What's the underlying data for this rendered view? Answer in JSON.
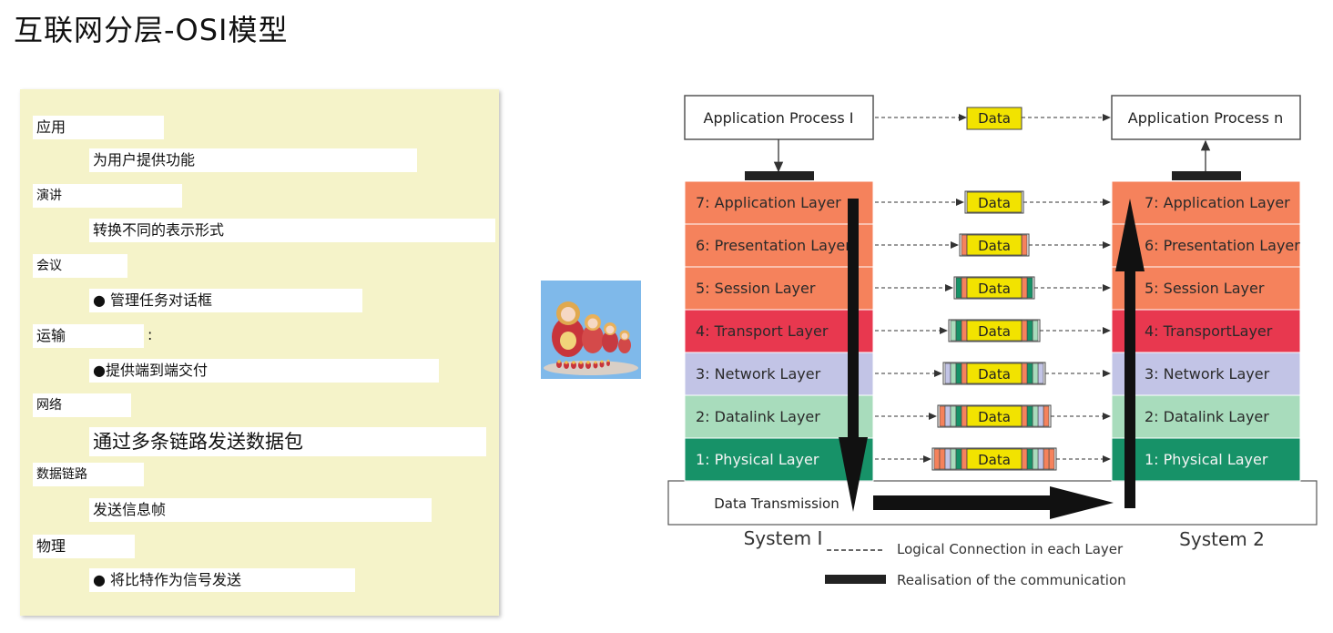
{
  "page_title": "互联网分层-OSI模型",
  "panel_rows": [
    {
      "layer": "应用",
      "desc": "为用户提供功能"
    },
    {
      "layer": "演讲",
      "desc": "转换不同的表示形式"
    },
    {
      "layer": "会议",
      "desc": "● 管理任务对话框"
    },
    {
      "layer": "运输",
      "desc": "●提供端到端交付"
    },
    {
      "layer": "网络",
      "desc": "通过多条链路发送数据包"
    },
    {
      "layer": "数据链路",
      "desc": "发送信息帧"
    },
    {
      "layer": "物理",
      "desc": "● 将比特作为信号发送"
    }
  ],
  "stray_colon": ":",
  "diagram": {
    "app_process_left": "Application Process I",
    "app_process_right": "Application Process n",
    "data_label": "Data",
    "layers_left": [
      "7: Application Layer",
      "6: Presentation Layer",
      "5: Session Layer",
      "4: Transport Layer",
      "3: Network Layer",
      "2: Datalink Layer",
      "1: Physical Layer"
    ],
    "layers_right": [
      "7: Application Layer",
      "6: Presentation Layer",
      "5: Session Layer",
      "4: TransportLayer",
      "3: Network Layer",
      "2: Datalink Layer",
      "1: Physical Layer"
    ],
    "layer_colors": [
      "#f5825c",
      "#f5825c",
      "#f5825c",
      "#e8384f",
      "#c2c4e6",
      "#a8dcbc",
      "#179268"
    ],
    "header_colors": [
      "#f5825c",
      "#f5825c",
      "#c2c4e6",
      "#a8dcbc",
      "#179268",
      "#f5825c",
      "#f5825c"
    ],
    "data_color": "#f2e300",
    "data_transmission": "Data Transmission",
    "system1": "System I",
    "system2": "System 2",
    "legend_logical": "Logical Connection  in each Layer",
    "legend_realisation": "Realisation  of the  communication"
  }
}
